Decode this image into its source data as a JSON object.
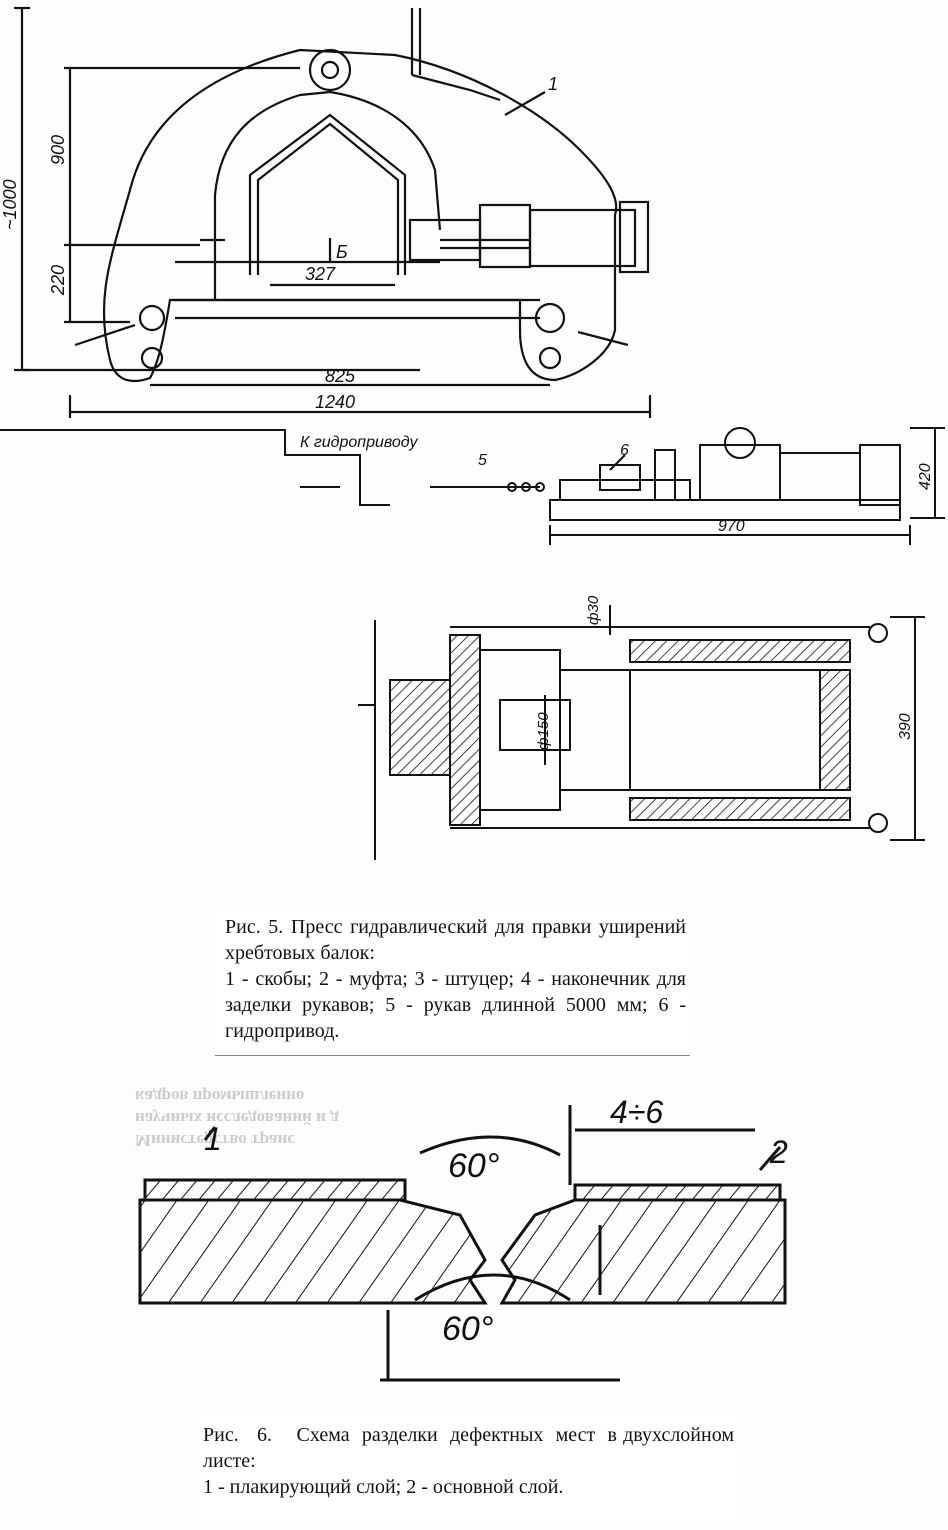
{
  "figure5": {
    "dimensions": {
      "total_height": "~1000",
      "height_900": "900",
      "height_220": "220",
      "gap_b": "Б",
      "width_327": "327",
      "span_825": "825",
      "width_1240": "1240",
      "callout_1": "1",
      "hose_label": "К гидроприводу",
      "callout_5": "5",
      "callout_6": "6",
      "drive_height": "420",
      "drive_length": "970",
      "rod_dia": "ф30",
      "cyl_dia": "ф150",
      "cyl_height": "390"
    },
    "caption": {
      "title": "Рис. 5. Пресс гидравлический для правки уширений хребтовых балок:",
      "parts": "1 - скобы; 2 - муфта; 3 - штуцер; 4 - наконечник для заделки рукавов; 5 - рукав длинной 5000 мм; 6 - гидропривод."
    }
  },
  "figure6": {
    "labels": {
      "angle_top": "60°",
      "angle_bottom": "60°",
      "gap": "4÷6",
      "callout_1": "1",
      "callout_2": "2"
    },
    "caption": {
      "title": "Рис.   6.    Схема  разделки  дефектных  мест  в двухслойном листе:",
      "parts": "1 - плакирующий слой; 2 - основной слой."
    }
  },
  "bleed_text": {
    "line1": "Министерство транс",
    "line2": "научных исследований и д",
    "line3": "кадров промышленно"
  },
  "colors": {
    "ink": "#111111",
    "paper": "#fdfdfd"
  }
}
